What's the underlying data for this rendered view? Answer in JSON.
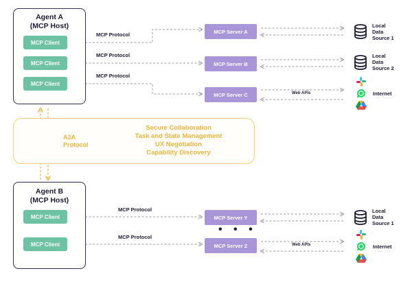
{
  "agent_a": {
    "title": "Agent A",
    "subtitle": "(MCP Host)",
    "clients": [
      "MCP Client",
      "MCP Client",
      "MCP Client"
    ]
  },
  "agent_b": {
    "title": "Agent B",
    "subtitle": "(MCP Host)",
    "clients": [
      "MCP Client",
      "MCP Client"
    ]
  },
  "protocol_label": "MCP Protocol",
  "web_apis_label": "Web APIs",
  "servers": {
    "a": "MCP Server A",
    "b": "MCP Server B",
    "c": "MCP Server C",
    "y": "MCP Server Y",
    "z": "MCP Server Z"
  },
  "sources": {
    "local1": [
      "Local",
      "Data",
      "Source 1"
    ],
    "local2": [
      "Local",
      "Data",
      "Source 2"
    ],
    "internet": "Internet"
  },
  "ellipsis": "• • •",
  "a2a": {
    "label_line1": "A2A",
    "label_line2": "Protocol",
    "features": [
      "Secure Collaboration",
      "Task and State Management",
      "UX Negotiation",
      "Capability Discovery"
    ]
  },
  "colors": {
    "client": "#6cc2a3",
    "server": "#a996d9",
    "a2a": "#e7b43c",
    "a2a_border": "#f1cf72",
    "agent_border": "#2c2c54",
    "connector": "#9a9aa5"
  },
  "icons": [
    "database-icon",
    "slack-icon",
    "whatsapp-icon",
    "google-drive-icon"
  ]
}
